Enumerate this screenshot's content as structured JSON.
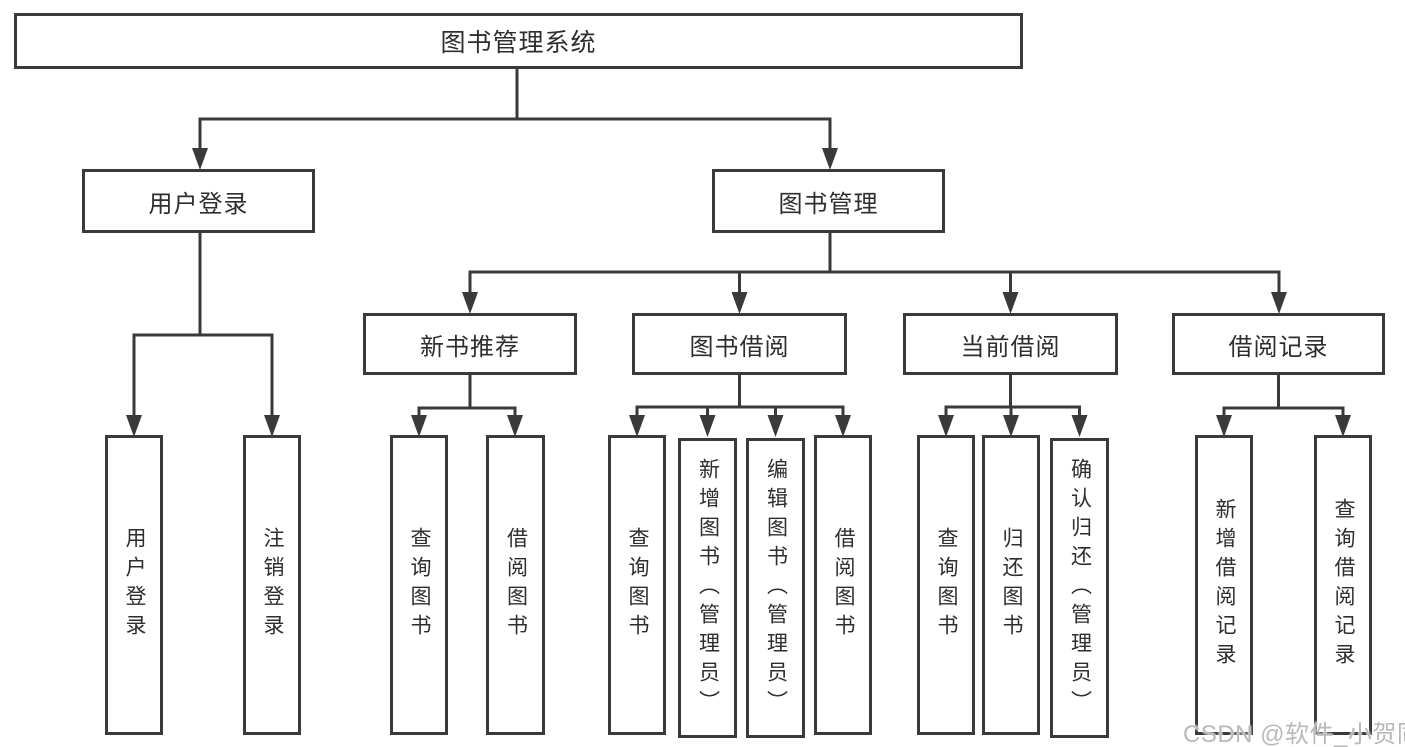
{
  "colors": {
    "line": "#3a3a3a",
    "text": "#2e2e2e",
    "watermark": "#b9b9b9",
    "background": "#ffffff"
  },
  "watermark": "CSDN @软件_小贺同学",
  "tree": {
    "label": "图书管理系统",
    "children": [
      {
        "label": "用户登录",
        "children": [
          {
            "label": "用户登录"
          },
          {
            "label": "注销登录"
          }
        ]
      },
      {
        "label": "图书管理",
        "children": [
          {
            "label": "新书推荐",
            "children": [
              {
                "label": "查询图书"
              },
              {
                "label": "借阅图书"
              }
            ]
          },
          {
            "label": "图书借阅",
            "children": [
              {
                "label": "查询图书"
              },
              {
                "label": "新增图书（管理员）"
              },
              {
                "label": "编辑图书（管理员）"
              },
              {
                "label": "借阅图书"
              }
            ]
          },
          {
            "label": "当前借阅",
            "children": [
              {
                "label": "查询图书"
              },
              {
                "label": "归还图书"
              },
              {
                "label": "确认归还（管理员）"
              }
            ]
          },
          {
            "label": "借阅记录",
            "children": [
              {
                "label": "新增借阅记录"
              },
              {
                "label": "查询借阅记录"
              }
            ]
          }
        ]
      }
    ]
  }
}
